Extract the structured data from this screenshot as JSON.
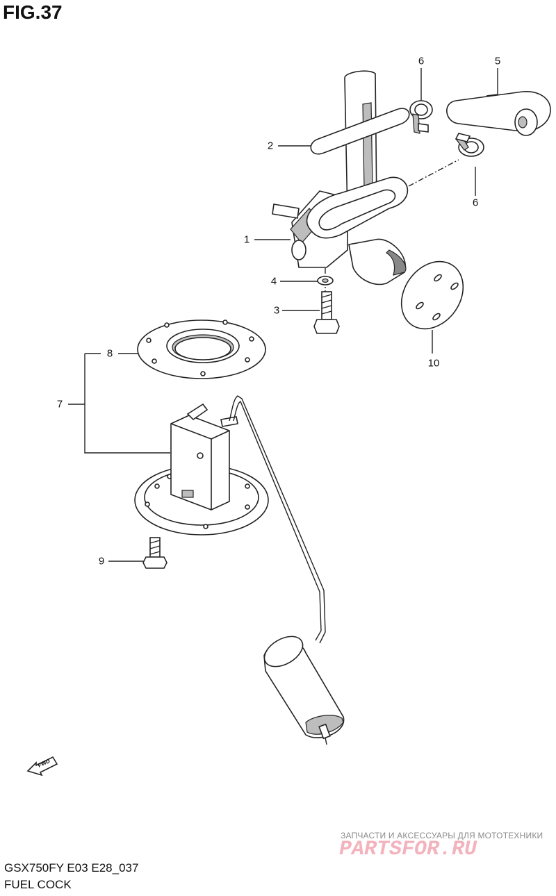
{
  "figure": {
    "title": "FIG.37",
    "model_code": "GSX750FY E03 E28_037",
    "section_name": "FUEL COCK"
  },
  "callouts": [
    {
      "id": "1",
      "label": "1"
    },
    {
      "id": "2",
      "label": "2"
    },
    {
      "id": "3",
      "label": "3"
    },
    {
      "id": "4",
      "label": "4"
    },
    {
      "id": "5",
      "label": "5"
    },
    {
      "id": "6a",
      "label": "6"
    },
    {
      "id": "6b",
      "label": "6"
    },
    {
      "id": "7",
      "label": "7"
    },
    {
      "id": "8",
      "label": "8"
    },
    {
      "id": "9",
      "label": "9"
    },
    {
      "id": "10",
      "label": "10"
    }
  ],
  "direction_indicator": {
    "label": "FWD"
  },
  "watermark": {
    "tagline": "ЗАПЧАСТИ И АКСЕССУАРЫ ДЛЯ МОТОТЕХНИКИ",
    "logo_text": "PARTSFOR.RU"
  }
}
